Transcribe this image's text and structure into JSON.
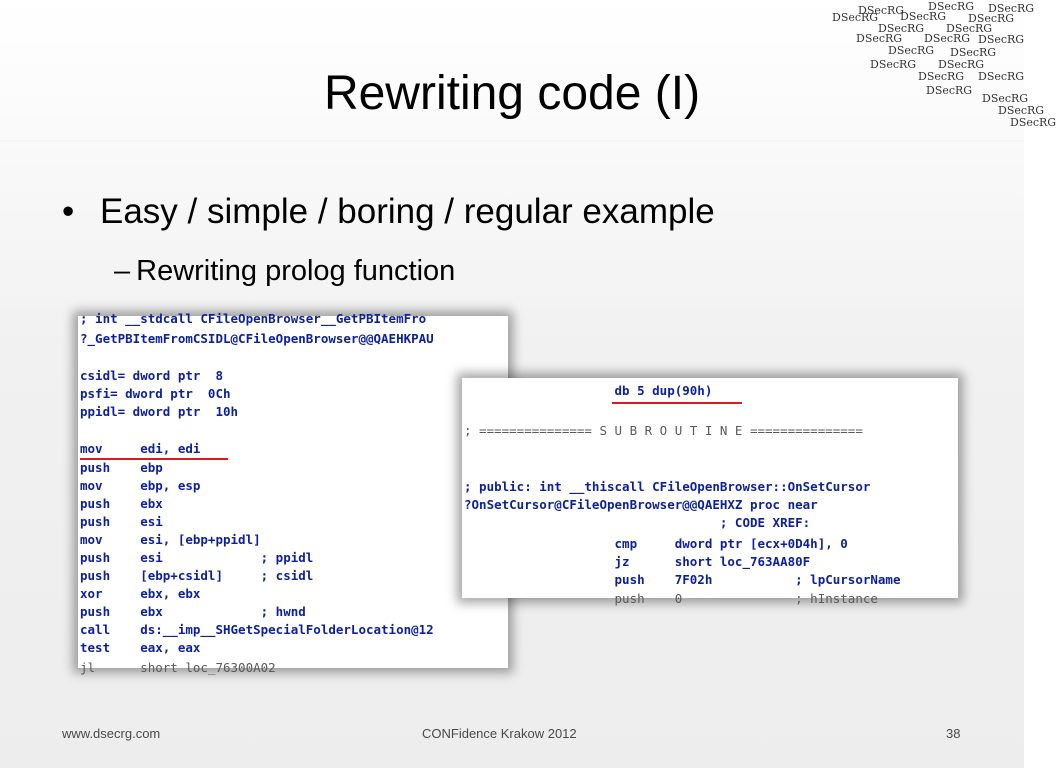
{
  "slide": {
    "title": "Rewriting code (I)",
    "bullet1": "Easy / simple / boring / regular example",
    "bullet1_marker": "•",
    "bullet2": "Rewriting prolog function",
    "bullet2_marker": "–",
    "logo_text": "DSecRG"
  },
  "code_left": {
    "lines": [
      "; int __stdcall CFileOpenBrowser__GetPBItemFro",
      "?_GetPBItemFromCSIDL@CFileOpenBrowser@@QAEHKPAU",
      "",
      "csidl= dword ptr  8",
      "psfi= dword ptr  0Ch",
      "ppidl= dword ptr  10h",
      "",
      "mov     edi, edi",
      "push    ebp",
      "mov     ebp, esp",
      "push    ebx",
      "push    esi",
      "mov     esi, [ebp+ppidl]",
      "push    esi             ; ppidl",
      "push    [ebp+csidl]     ; csidl",
      "xor     ebx, ebx",
      "push    ebx             ; hwnd",
      "call    ds:__imp__SHGetSpecialFolderLocation@12",
      "test    eax, eax",
      "jl      short loc_76300A02"
    ]
  },
  "code_right": {
    "lines": [
      "                    db 5 dup(90h)",
      "",
      "; =============== S U B R O U T I N E ===============",
      "",
      "",
      "; public: int __thiscall CFileOpenBrowser::OnSetCursor",
      "?OnSetCursor@CFileOpenBrowser@@QAEHXZ proc near",
      "                                  ; CODE XREF:",
      "                    cmp     dword ptr [ecx+0D4h], 0",
      "                    jz      short loc_763AA80F",
      "                    push    7F02h           ; lpCursorName",
      "                    push    0               ; hInstance"
    ]
  },
  "footer": {
    "left": "www.dsecrg.com",
    "center": "CONFidence Krakow 2012",
    "page": "38"
  }
}
